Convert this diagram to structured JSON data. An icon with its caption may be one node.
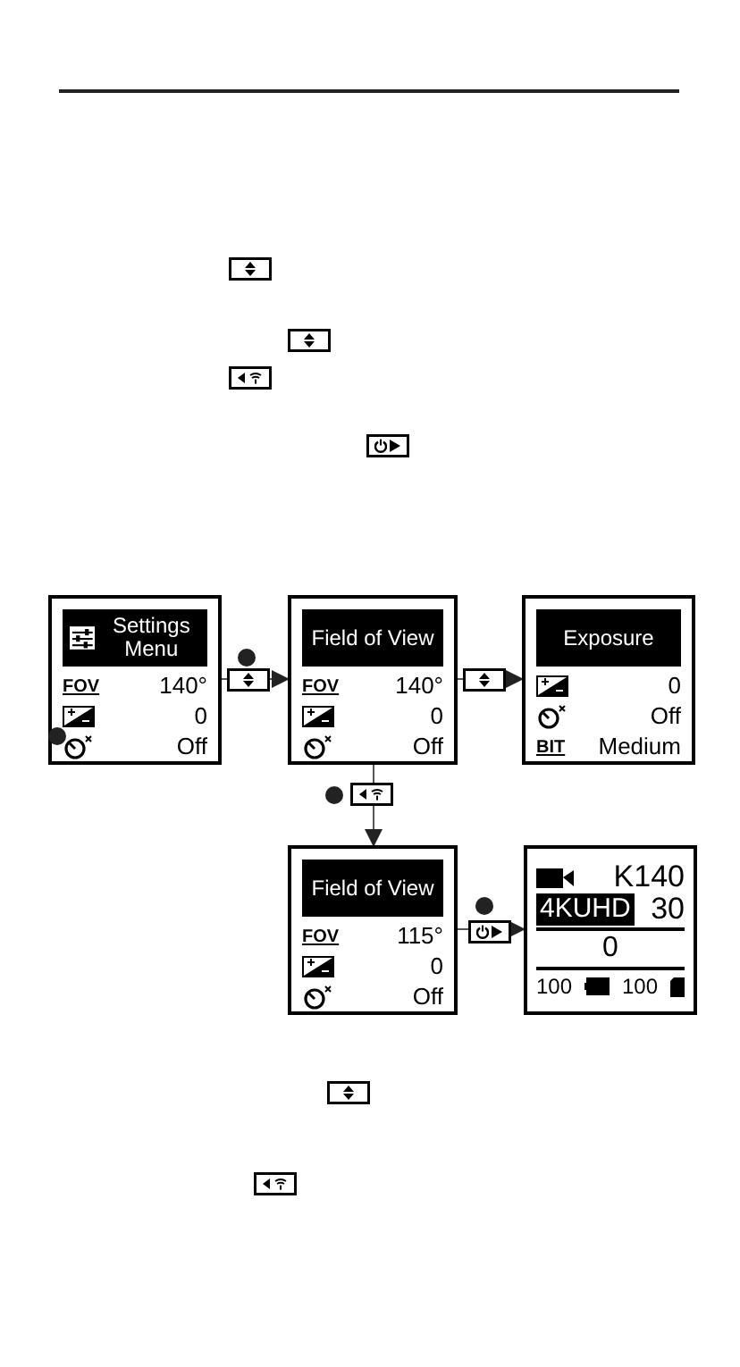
{
  "diagram": {
    "nodes": [
      {
        "text": [
          "Settings Menu",
          "FOV",
          "140°",
          "0",
          "Off"
        ]
      },
      {
        "text": [
          "Field of View",
          "FOV",
          "140°",
          "0",
          "Off"
        ]
      },
      {
        "text": [
          "Exposure",
          "0",
          "Off",
          "BIT",
          "Medium"
        ]
      },
      {
        "text": [
          "Field of View",
          "FOV",
          "115°",
          "0",
          "Off"
        ]
      },
      {
        "text": [
          "K140",
          "4KUHD",
          "30",
          "0",
          "100",
          "100"
        ]
      }
    ],
    "edges": [
      {
        "from": 0,
        "to": 1,
        "arrow": "to"
      },
      {
        "from": 1,
        "to": 2,
        "arrow": "to"
      },
      {
        "from": 1,
        "to": 3,
        "arrow": "to"
      },
      {
        "from": 3,
        "to": 4,
        "arrow": "to"
      }
    ]
  }
}
